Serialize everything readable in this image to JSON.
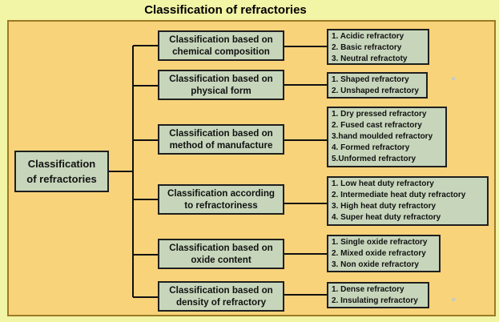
{
  "title": "Classification of refractories",
  "root": {
    "line1": "Classification",
    "line2": "of refractories"
  },
  "categories": [
    {
      "label_line1": "Classification based on",
      "label_line2": "chemical composition",
      "items": [
        "1. Acidic refractory",
        "2. Basic refractory",
        "3. Neutral refractoty"
      ]
    },
    {
      "label_line1": "Classification based on",
      "label_line2": "physical form",
      "items": [
        "1. Shaped refractory",
        "2. Unshaped refractory"
      ]
    },
    {
      "label_line1": "Classification based on",
      "label_line2": "method of manufacture",
      "items": [
        "1. Dry pressed refractory",
        "2. Fused cast refractory",
        "3.hand moulded refractory",
        "4. Formed refractory",
        "5.Unformed refractory"
      ]
    },
    {
      "label_line1": "Classification according",
      "label_line2": "to refractoriness",
      "items": [
        "1. Low heat duty refractory",
        "2. Intermediate heat duty refractory",
        "3. High heat duty refractory",
        "4. Super heat duty refractory"
      ]
    },
    {
      "label_line1": "Classification based on",
      "label_line2": "oxide content",
      "items": [
        "1. Single oxide refractory",
        "2. Mixed oxide refractory",
        "3. Non oxide refractory"
      ]
    },
    {
      "label_line1": "Classification based on",
      "label_line2": "density of refractory",
      "items": [
        "1. Dense refractory",
        "2. Insulating refractory"
      ]
    }
  ]
}
